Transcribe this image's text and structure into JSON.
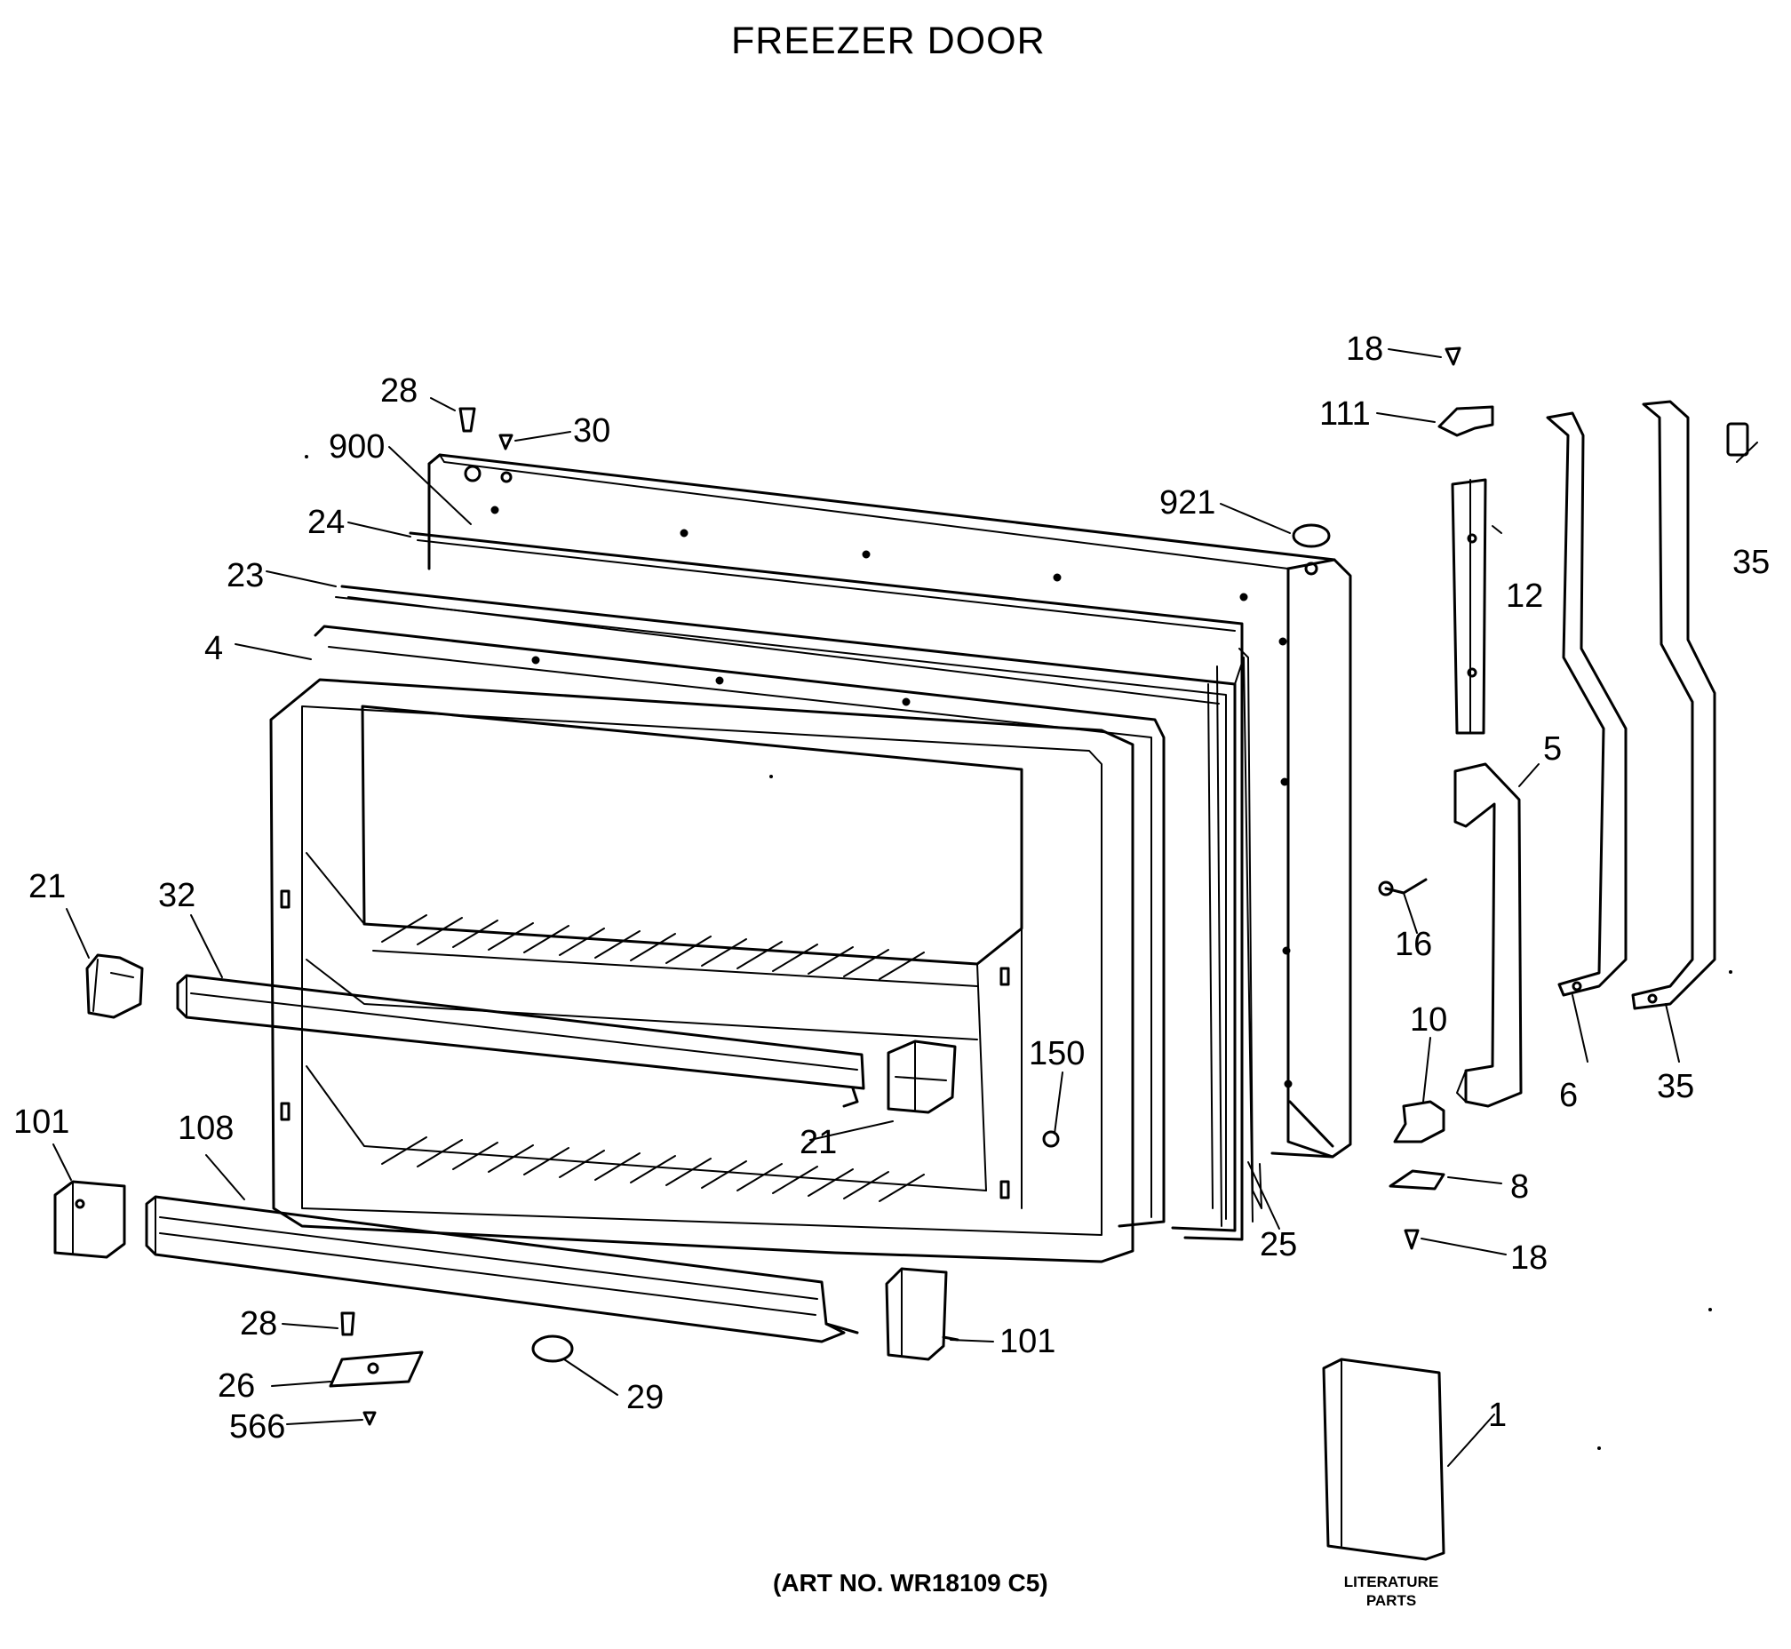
{
  "title": "FREEZER DOOR",
  "art_number": "(ART NO. WR18109 C5)",
  "literature": {
    "line1": "LITERATURE",
    "line2": "PARTS"
  },
  "callouts": [
    {
      "id": "c-28-top",
      "label": "28"
    },
    {
      "id": "c-30",
      "label": "30"
    },
    {
      "id": "c-900",
      "label": "900"
    },
    {
      "id": "c-24",
      "label": "24"
    },
    {
      "id": "c-23",
      "label": "23"
    },
    {
      "id": "c-4",
      "label": "4"
    },
    {
      "id": "c-921",
      "label": "921"
    },
    {
      "id": "c-18-top",
      "label": "18"
    },
    {
      "id": "c-111",
      "label": "111"
    },
    {
      "id": "c-12",
      "label": "12"
    },
    {
      "id": "c-35-top",
      "label": "35"
    },
    {
      "id": "c-5",
      "label": "5"
    },
    {
      "id": "c-16",
      "label": "16"
    },
    {
      "id": "c-10",
      "label": "10"
    },
    {
      "id": "c-6",
      "label": "6"
    },
    {
      "id": "c-35-bottom",
      "label": "35"
    },
    {
      "id": "c-8",
      "label": "8"
    },
    {
      "id": "c-18-bottom",
      "label": "18"
    },
    {
      "id": "c-25",
      "label": "25"
    },
    {
      "id": "c-21-left",
      "label": "21"
    },
    {
      "id": "c-32",
      "label": "32"
    },
    {
      "id": "c-150",
      "label": "150"
    },
    {
      "id": "c-21-center",
      "label": "21"
    },
    {
      "id": "c-101-left",
      "label": "101"
    },
    {
      "id": "c-108",
      "label": "108"
    },
    {
      "id": "c-28-bottom",
      "label": "28"
    },
    {
      "id": "c-26",
      "label": "26"
    },
    {
      "id": "c-566",
      "label": "566"
    },
    {
      "id": "c-29",
      "label": "29"
    },
    {
      "id": "c-101-right",
      "label": "101"
    },
    {
      "id": "c-1",
      "label": "1"
    }
  ]
}
